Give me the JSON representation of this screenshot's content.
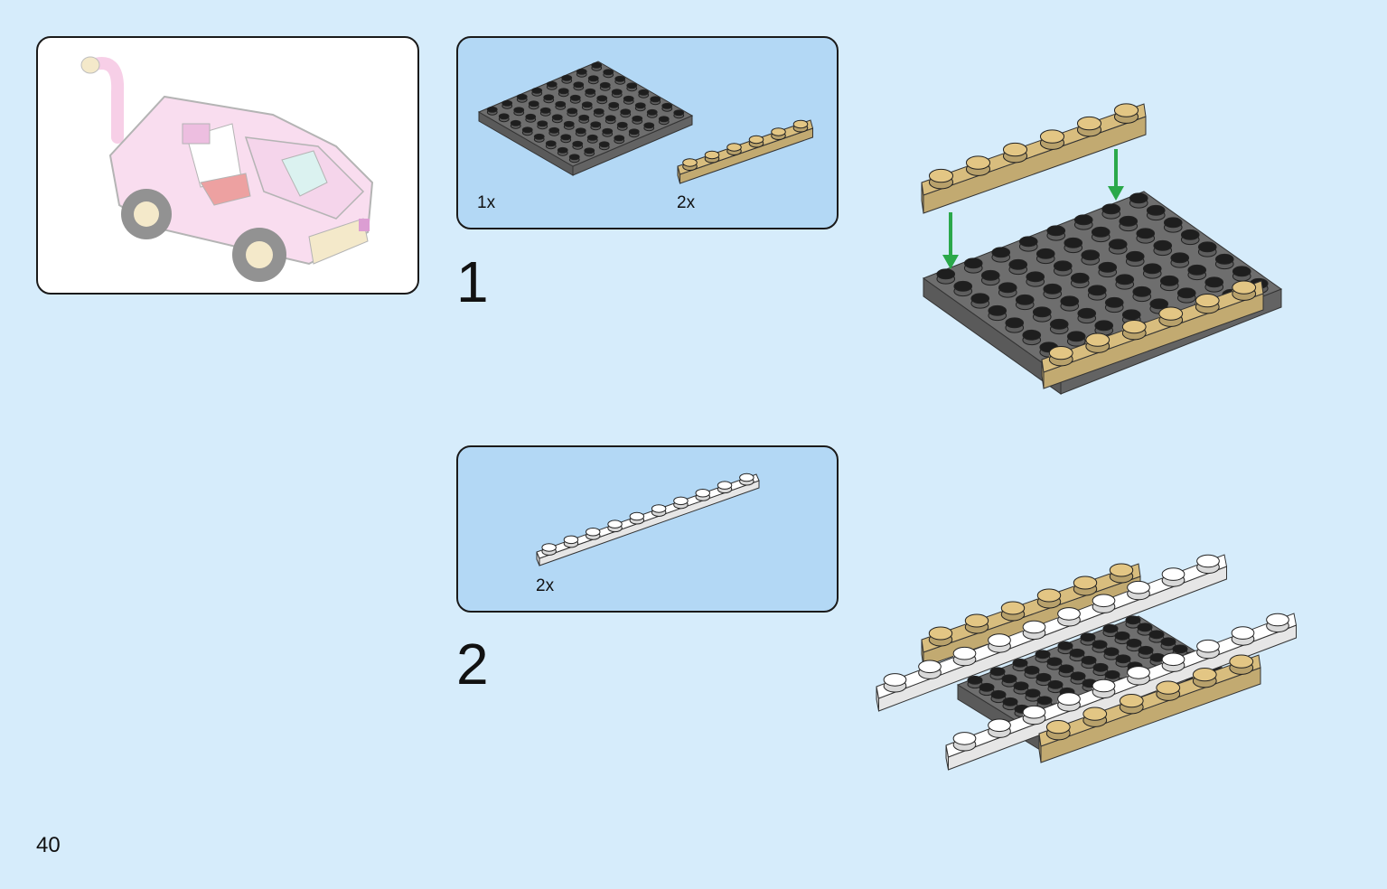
{
  "page": {
    "number": "40"
  },
  "preview": {
    "description_icon": "car-model-preview"
  },
  "steps": [
    {
      "number": "1",
      "parts": [
        {
          "qty": "1x",
          "part": "gray-8x8-plate",
          "color": "#6e6e6e"
        },
        {
          "qty": "2x",
          "part": "tan-1x6-plate",
          "color": "#d8bd7e"
        }
      ]
    },
    {
      "number": "2",
      "parts": [
        {
          "qty": "2x",
          "part": "white-1x10-plate",
          "color": "#ffffff"
        }
      ]
    }
  ],
  "colors": {
    "background": "#d6ecfb",
    "parts_panel": "#b3d8f5",
    "gray": "#6e6e6e",
    "tan": "#d8bd7e",
    "white": "#ffffff",
    "arrow": "#2aa84a"
  }
}
